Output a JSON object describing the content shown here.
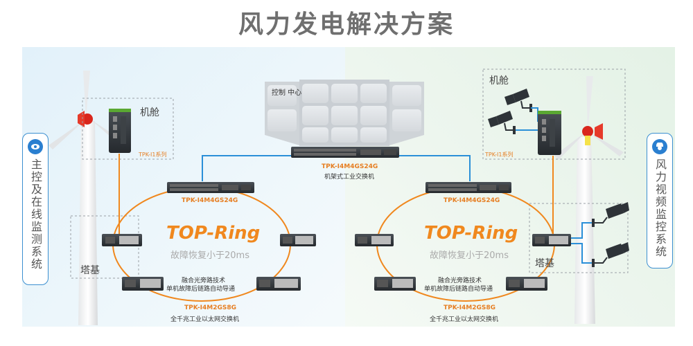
{
  "title": "风力发电解决方案",
  "control_center": {
    "label": "控制 中心"
  },
  "core_switch": {
    "model": "TPK-I4M4GS24G",
    "desc": "机架式工业交换机"
  },
  "left": {
    "side_label": "主控及在线监测系统",
    "nacelle_label": "机舱",
    "nacelle_model": "TPK-I1系列",
    "tower_label": "塔基",
    "agg_switch_model": "TPK-I4M4GS24G",
    "ring_title": "TOP-Ring",
    "ring_subtitle": "故障恢复小于20ms",
    "ring_note_1": "融合光旁路技术",
    "ring_note_2": "单机故障后链路自动导通",
    "edge_model": "TPK-I4M2GS8G",
    "edge_desc": "全千兆工业以太网交换机"
  },
  "right": {
    "side_label": "风力视频监控系统",
    "nacelle_label": "机舱",
    "nacelle_model": "TPK-I1系列",
    "tower_label": "塔基",
    "agg_switch_model": "TPK-I4M4GS24G",
    "ring_title": "TOP-Ring",
    "ring_subtitle": "故障恢复小于20ms",
    "ring_note_1": "融合光旁路技术",
    "ring_note_2": "单机故障后链路自动导通",
    "edge_model": "TPK-I4M2GS8G",
    "edge_desc": "全千兆工业以太网交换机"
  },
  "colors": {
    "ring": "#f0881e",
    "link_blue": "#2a8fd8",
    "switch_dark": "#2e3338",
    "title_gray": "#6f6f6f"
  }
}
